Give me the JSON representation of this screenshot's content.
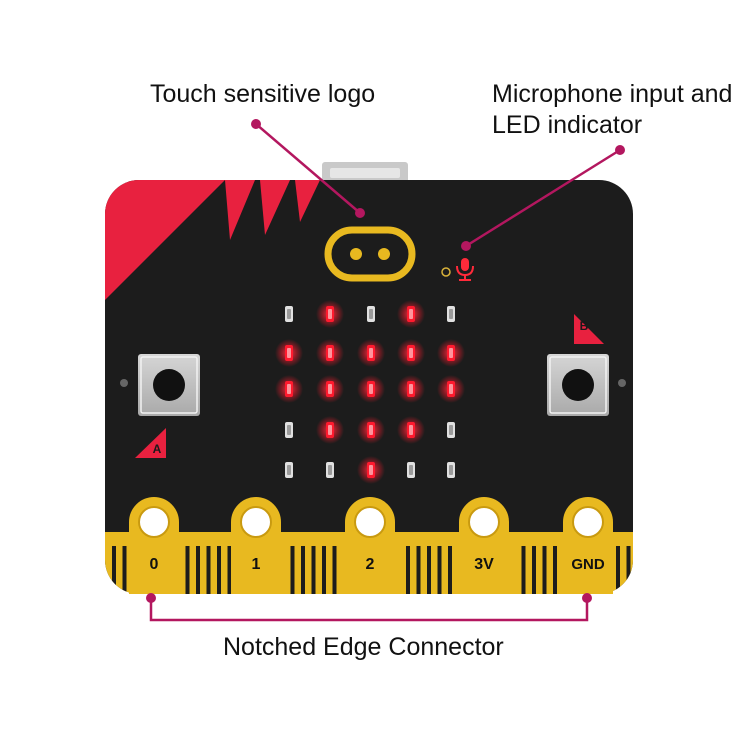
{
  "callouts": {
    "logo": "Touch sensitive logo",
    "microphone_line1": "Microphone input and",
    "microphone_line2": "LED indicator",
    "edge": "Notched Edge Connector"
  },
  "buttons": {
    "a": "A",
    "b": "B"
  },
  "pins": [
    "0",
    "1",
    "2",
    "3V",
    "GND"
  ],
  "led_matrix": [
    [
      0,
      1,
      0,
      1,
      0
    ],
    [
      1,
      1,
      1,
      1,
      1
    ],
    [
      1,
      1,
      1,
      1,
      1
    ],
    [
      0,
      1,
      1,
      1,
      0
    ],
    [
      0,
      0,
      1,
      0,
      0
    ]
  ],
  "colors": {
    "board": "#1c1c1c",
    "accent_red": "#e8213f",
    "gold": "#e8b920",
    "callout_line": "#b3175f",
    "led_on": "#ff1a2e",
    "led_off": "#e0e0e0"
  },
  "icons": [
    "microphone-icon"
  ]
}
